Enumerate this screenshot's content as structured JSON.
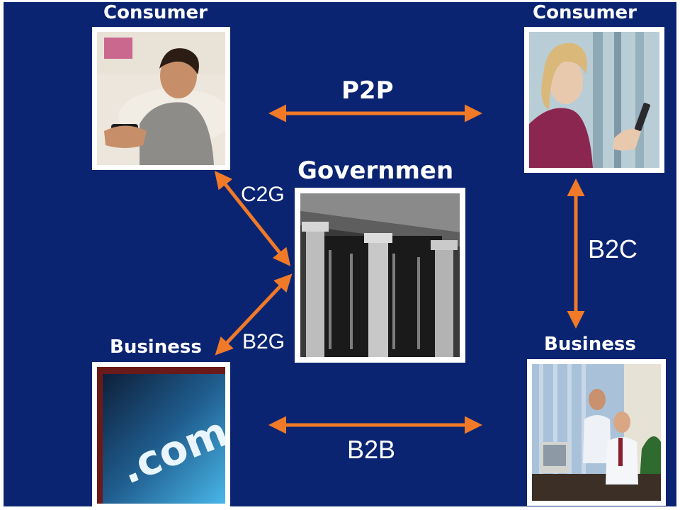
{
  "nodes": {
    "consumer_left": {
      "label": "Consumer"
    },
    "consumer_right": {
      "label": "Consumer"
    },
    "government": {
      "label": "Governmen"
    },
    "business_left": {
      "label": "Business"
    },
    "business_right": {
      "label": "Business"
    }
  },
  "edges": {
    "p2p": {
      "label": "P2P"
    },
    "c2g": {
      "label": "C2G"
    },
    "b2g": {
      "label": "B2G"
    },
    "b2c": {
      "label": "B2C"
    },
    "b2b": {
      "label": "B2B"
    }
  },
  "photo_text": {
    "dotcom": ".com"
  },
  "colors": {
    "background": "#0b2472",
    "arrow": "#f07a28",
    "label": "#ffffff"
  }
}
